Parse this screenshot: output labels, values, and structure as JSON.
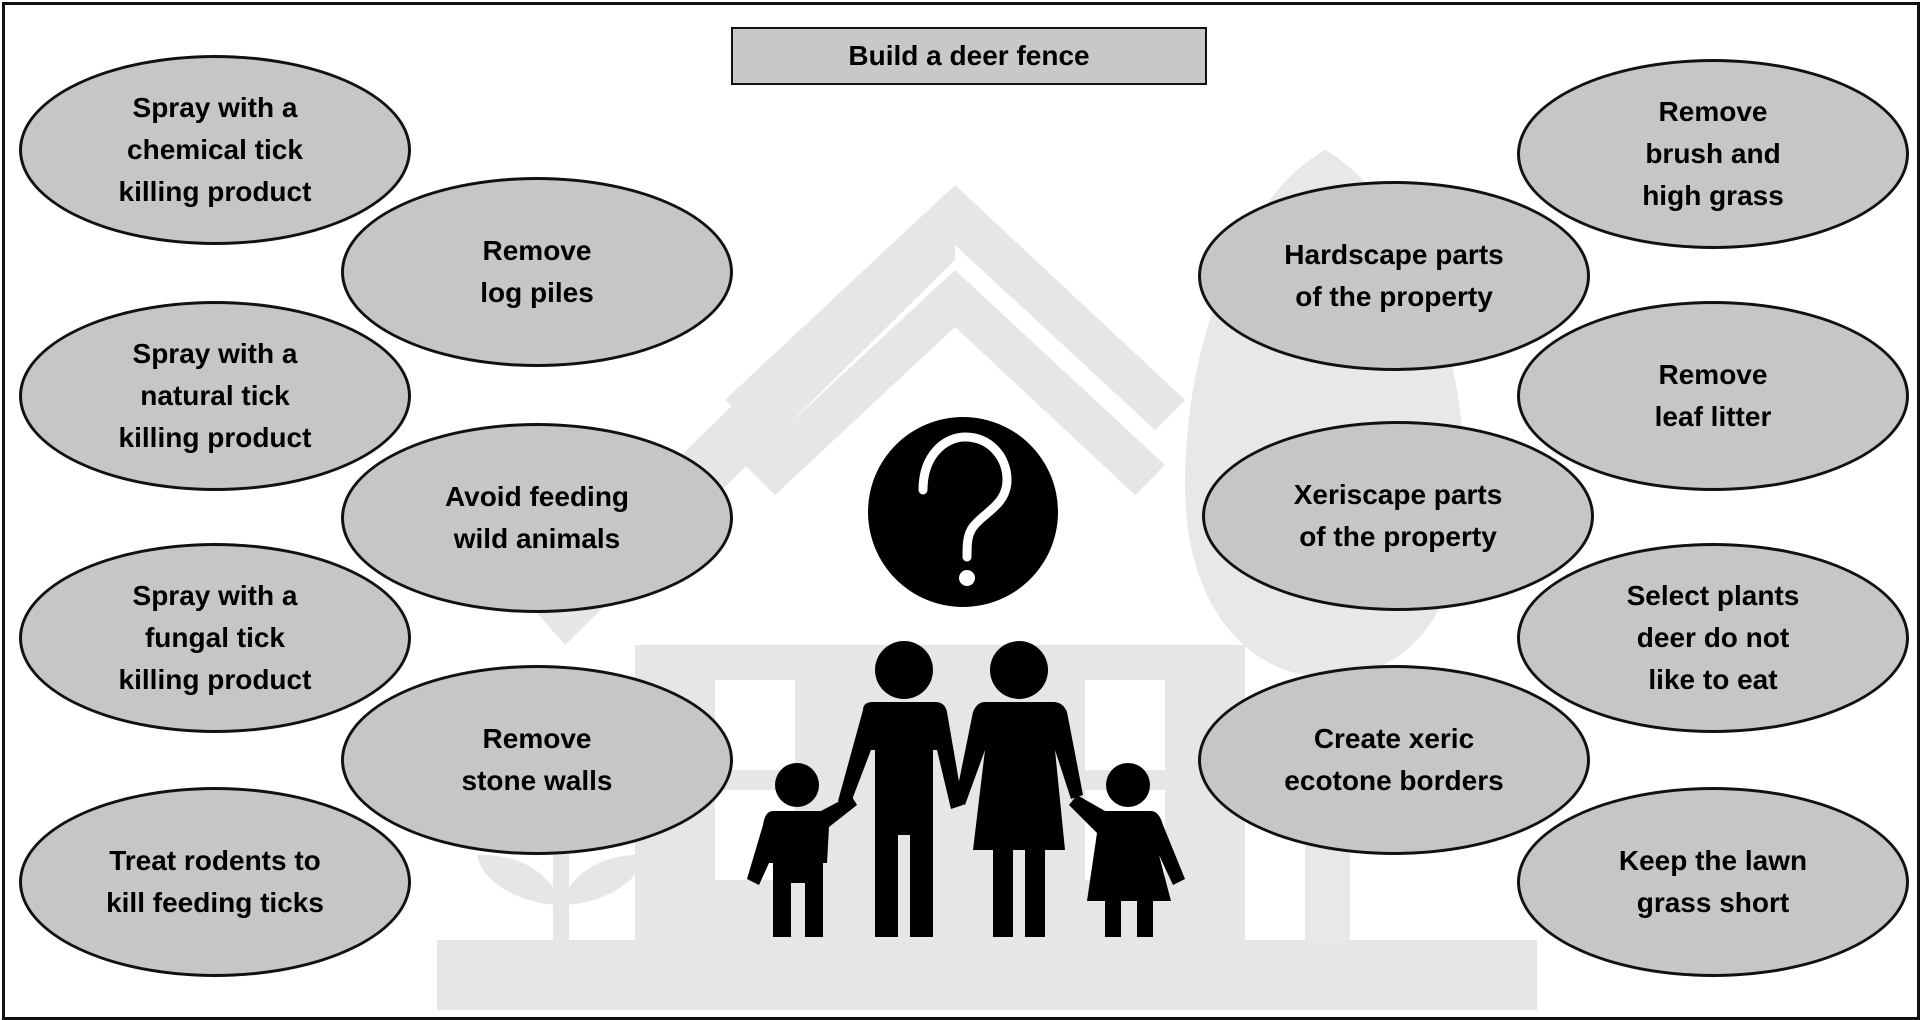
{
  "title": "Build a deer fence",
  "left_outer": [
    {
      "label": "Spray with a\nchemical tick\nkilling product"
    },
    {
      "label": "Spray with a\nnatural tick\nkilling product"
    },
    {
      "label": "Spray with a\nfungal tick\nkilling product"
    },
    {
      "label": "Treat rodents to\nkill feeding ticks"
    }
  ],
  "left_inner": [
    {
      "label": "Remove\nlog piles"
    },
    {
      "label": "Avoid feeding\nwild animals"
    },
    {
      "label": "Remove\nstone walls"
    }
  ],
  "right_inner": [
    {
      "label": "Hardscape parts\nof the property"
    },
    {
      "label": "Xeriscape parts\nof the property"
    },
    {
      "label": "Create xeric\necotone borders"
    }
  ],
  "right_outer": [
    {
      "label": "Remove\nbrush and\nhigh grass"
    },
    {
      "label": "Remove\nleaf litter"
    },
    {
      "label": "Select plants\ndeer do not\nlike to eat"
    },
    {
      "label": "Keep the lawn\ngrass short"
    }
  ],
  "icons": {
    "question": "question-mark-icon",
    "family": "family-icon",
    "house": "house-icon",
    "tree": "tree-icon",
    "plant": "plant-icon"
  },
  "colors": {
    "oval_fill": "#c6c6c6",
    "backdrop": "#e6e6e6",
    "figure": "#000000"
  }
}
